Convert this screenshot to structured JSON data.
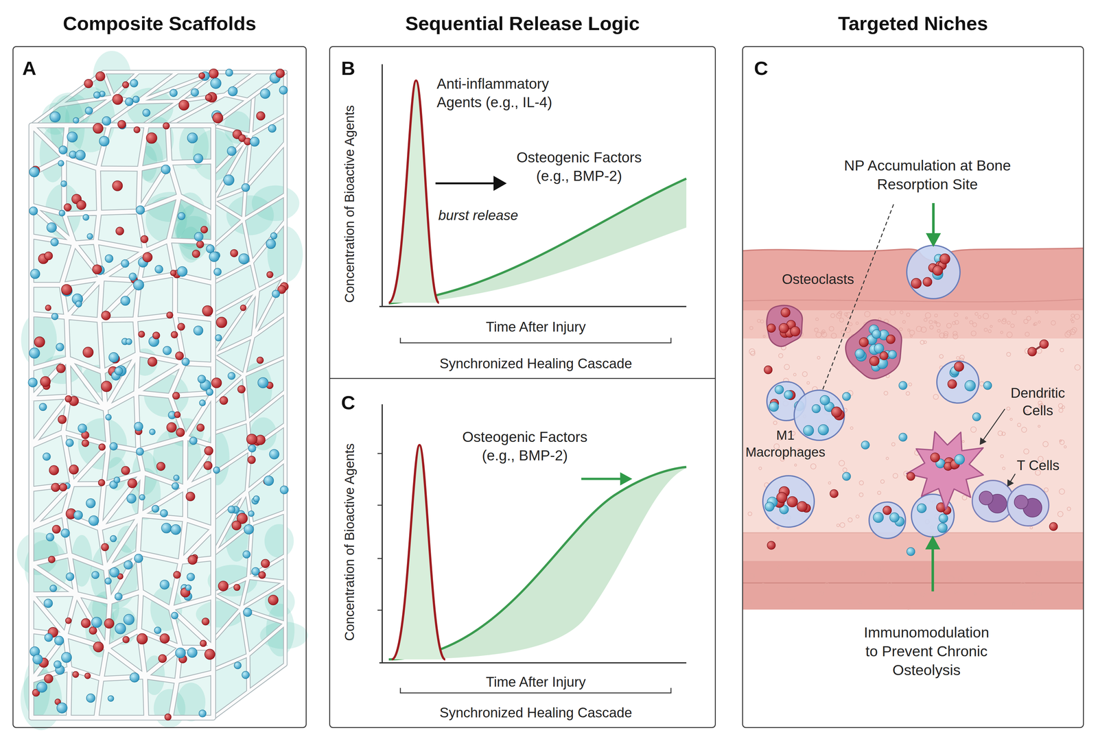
{
  "diagram": {
    "nodes": [
      {
        "text": [
          "Composite Scaffolds",
          "A"
        ]
      },
      {
        "text": [
          "Sequential Release Logic"
        ]
      },
      {
        "text": [
          "B",
          "Concentration of Bioactive Agents",
          "Anti-inflammatory Agents (e.g., IL-4)",
          "Osteogenic Factors (e.g., BMP-2)",
          "burst release",
          "Time After Injury",
          "Synchronized Healing Cascade"
        ],
        "in": 1
      },
      {
        "text": [
          "C",
          "Concentration of Bioactive Agents",
          "Osteogenic Factors (e.g., BMP-2)",
          "Time After Injury",
          "Synchronized Healing Cascade"
        ],
        "in": 1
      },
      {
        "text": [
          "Targeted Niches",
          "C",
          "NP Accumulation at Bone Resorption Site",
          "Osteoclasts",
          "M1 Macrophages",
          "Dendritic Cells",
          "T Cells",
          "Immunomodulation to Prevent Chronic Osteolysis"
        ]
      }
    ]
  }
}
